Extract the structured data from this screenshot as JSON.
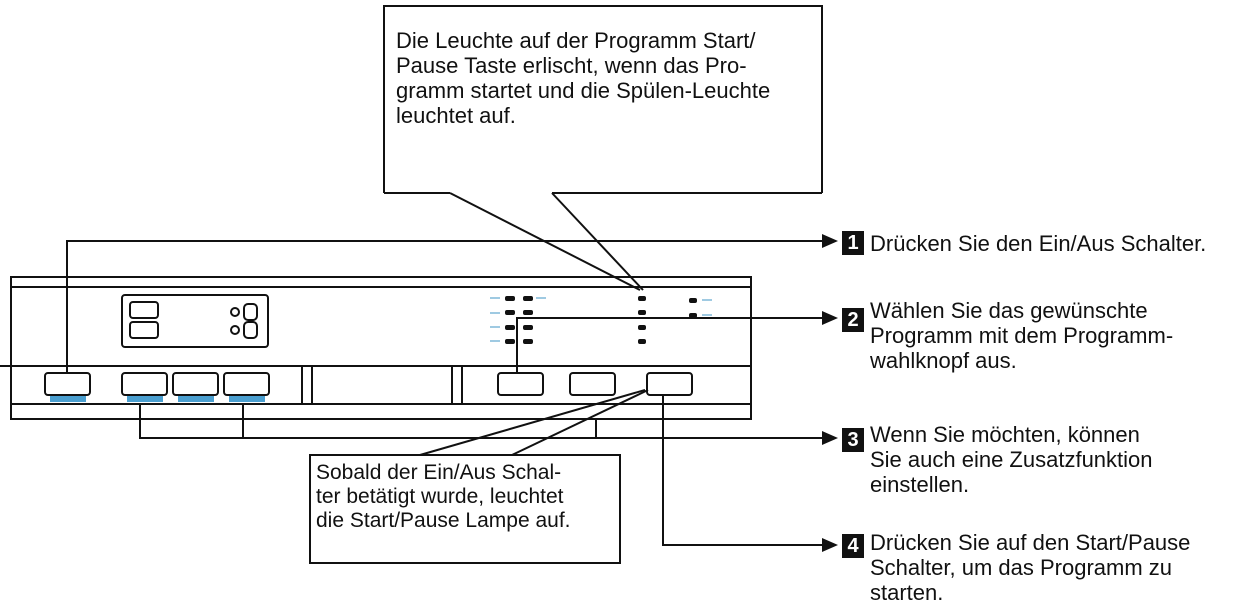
{
  "top_note": {
    "lines": [
      "Die Leuchte auf der Programm Start/",
      "Pause Taste erlischt, wenn das Pro-",
      "gramm startet und die Spülen-Leuchte",
      "leuchtet auf."
    ]
  },
  "bottom_note": {
    "lines": [
      "Sobald der Ein/Aus Schal-",
      "ter betätigt wurde, leuchtet",
      "die Start/Pause Lampe auf."
    ]
  },
  "steps": [
    {
      "number": "1",
      "lines": [
        "Drücken Sie den Ein/Aus Schalter."
      ]
    },
    {
      "number": "2",
      "lines": [
        "Wählen Sie das gewünschte",
        "Programm mit dem Programm-",
        "wahlknopf aus."
      ]
    },
    {
      "number": "3",
      "lines": [
        "Wenn Sie möchten, können",
        "Sie auch eine Zusatzfunktion",
        "einstellen."
      ]
    },
    {
      "number": "4",
      "lines": [
        "Drücken Sie auf den Start/Pause",
        "Schalter, um das Programm zu",
        "starten."
      ]
    }
  ],
  "colors": {
    "ink": "#111111",
    "button_glow": "#4a9fd0",
    "indicator_line": "#7fb8d9"
  }
}
